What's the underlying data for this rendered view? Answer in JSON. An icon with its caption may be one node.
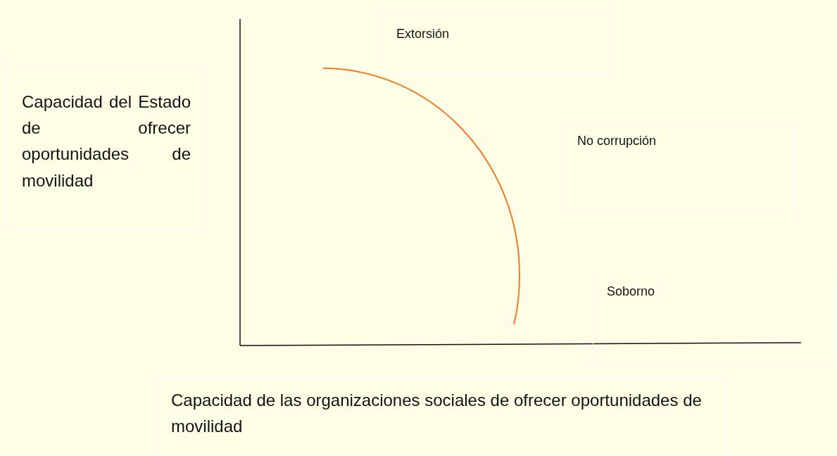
{
  "diagram": {
    "labels": [
      "Extorsión",
      "Capacidad del Estado de ofrecer oportunidades de movilidad",
      "No corrupción",
      "Soborno",
      "Capacidad de las organizaciones sociales de ofrecer oportunidades de movilidad"
    ]
  }
}
